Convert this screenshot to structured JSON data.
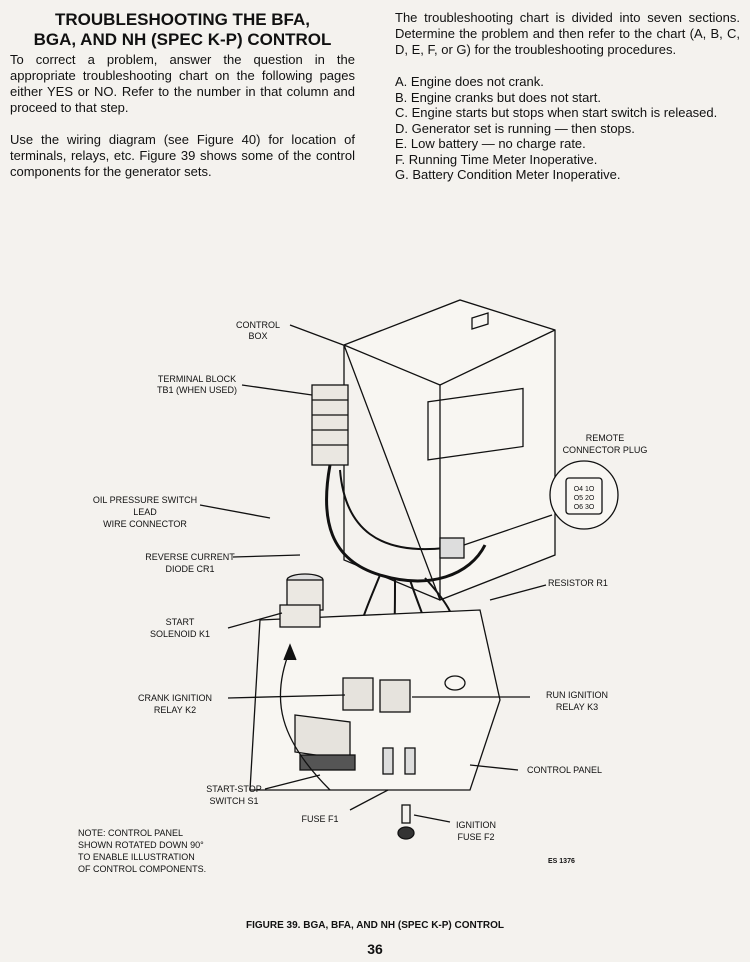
{
  "left": {
    "heading_line1": "TROUBLESHOOTING THE BFA,",
    "heading_line2": "BGA, AND NH (SPEC K-P) CONTROL",
    "para1": "To correct a problem, answer the question in the appropriate troubleshooting chart on the following pages either YES or NO. Refer to the number in that column and proceed to that step.",
    "para2": "Use the wiring diagram (see Figure 40) for location of terminals, relays, etc. Figure 39 shows some of the control components for the generator sets."
  },
  "right": {
    "intro": "The troubleshooting chart is divided into seven sections. Determine the problem and then refer to the chart (A, B, C, D, E, F, or G) for the troubleshooting procedures.",
    "items": [
      "A. Engine does not crank.",
      "B. Engine cranks but does not start.",
      "C. Engine starts but stops when start switch is released.",
      "D. Generator set is running — then stops.",
      "E. Low battery — no charge rate.",
      "F. Running Time Meter Inoperative.",
      "G. Battery Condition Meter Inoperative."
    ]
  },
  "diagram": {
    "control_box_1": "CONTROL",
    "control_box_2": "BOX",
    "terminal_block_1": "TERMINAL BLOCK",
    "terminal_block_2": "TB1 (WHEN USED)",
    "remote_plug_1": "REMOTE",
    "remote_plug_2": "CONNECTOR PLUG",
    "plug_pins": [
      "O4 1O",
      "O5 2O",
      "O6 3O"
    ],
    "oil_switch_1": "OIL PRESSURE SWITCH",
    "oil_switch_2": "LEAD",
    "oil_switch_3": "WIRE CONNECTOR",
    "diode_1": "REVERSE CURRENT",
    "diode_2": "DIODE CR1",
    "resistor": "RESISTOR R1",
    "start_solenoid_1": "START",
    "start_solenoid_2": "SOLENOID K1",
    "crank_relay_1": "CRANK IGNITION",
    "crank_relay_2": "RELAY K2",
    "run_relay_1": "RUN IGNITION",
    "run_relay_2": "RELAY K3",
    "control_panel": "CONTROL PANEL",
    "start_stop_1": "START-STOP",
    "start_stop_2": "SWITCH S1",
    "fuse_f1": "FUSE F1",
    "ign_fuse_1": "IGNITION",
    "ign_fuse_2": "FUSE F2",
    "note_1": "NOTE: CONTROL PANEL",
    "note_2": "SHOWN ROTATED DOWN 90°",
    "note_3": "TO ENABLE ILLUSTRATION",
    "note_4": "OF CONTROL COMPONENTS.",
    "es_code": "ES 1376"
  },
  "caption": "FIGURE 39. BGA, BFA, AND NH (SPEC K-P) CONTROL",
  "page_number": "36"
}
